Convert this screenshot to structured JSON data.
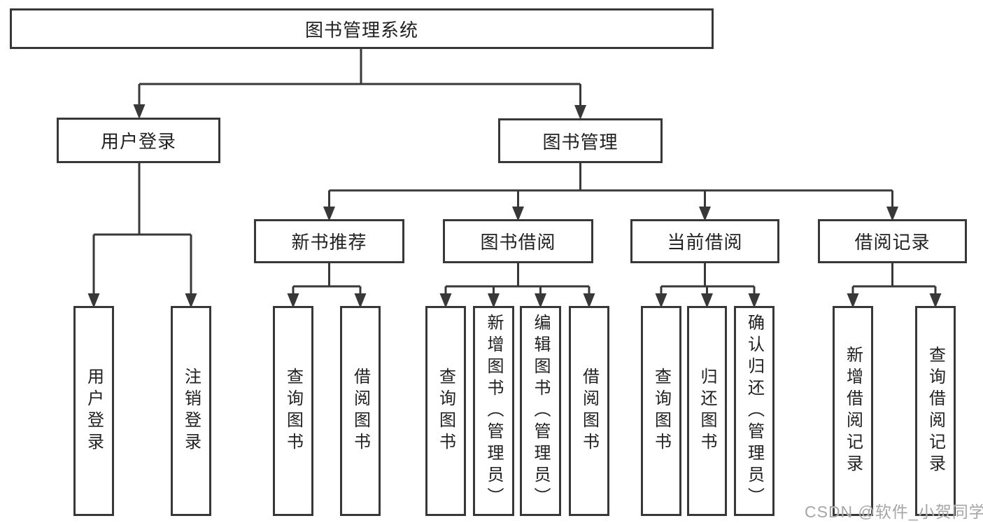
{
  "colors": {
    "line": "#383838",
    "text": "#212121",
    "bg": "#ffffff",
    "watermark": "#a6a6a6"
  },
  "watermark": "CSDN @软件_小贺同学",
  "tree": {
    "label": "图书管理系统",
    "children": [
      {
        "label": "用户登录",
        "children": [
          {
            "label": "用户登录"
          },
          {
            "label": "注销登录"
          }
        ]
      },
      {
        "label": "图书管理",
        "children": [
          {
            "label": "新书推荐",
            "children": [
              {
                "label": "查询图书"
              },
              {
                "label": "借阅图书"
              }
            ]
          },
          {
            "label": "图书借阅",
            "children": [
              {
                "label": "查询图书"
              },
              {
                "label": "新增图书（管理员）"
              },
              {
                "label": "编辑图书（管理员）"
              },
              {
                "label": "借阅图书"
              }
            ]
          },
          {
            "label": "当前借阅",
            "children": [
              {
                "label": "查询图书"
              },
              {
                "label": "归还图书"
              },
              {
                "label": "确认归还（管理员）"
              }
            ]
          },
          {
            "label": "借阅记录",
            "children": [
              {
                "label": "新增借阅记录"
              },
              {
                "label": "查询借阅记录"
              }
            ]
          }
        ]
      }
    ]
  }
}
